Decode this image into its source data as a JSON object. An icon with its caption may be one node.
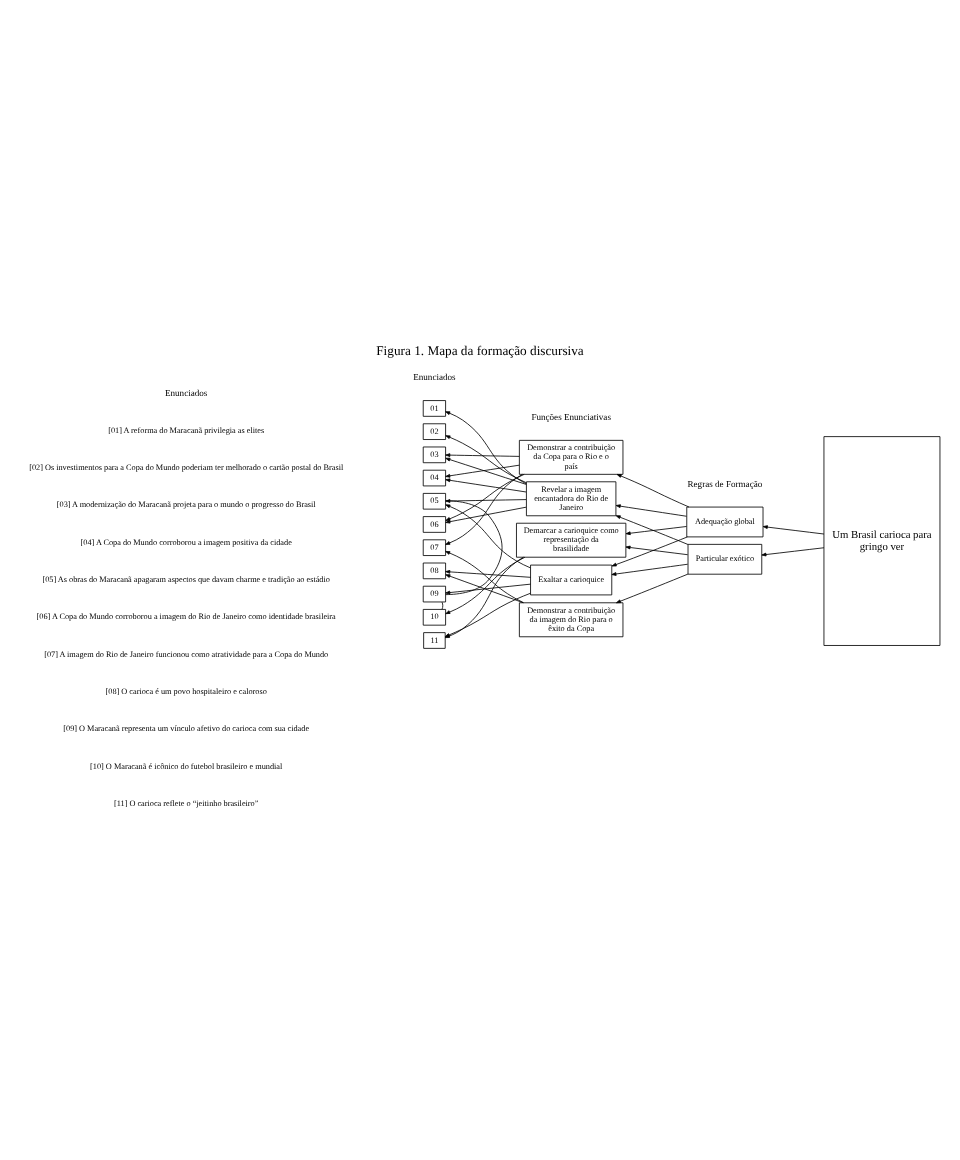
{
  "diagram": {
    "title": "Figura 1. Mapa da formação discursiva",
    "nodes": [
      {
        "text": [
          "01"
        ]
      },
      {
        "text": [
          "02"
        ]
      },
      {
        "text": [
          "03"
        ]
      },
      {
        "text": [
          "04"
        ]
      },
      {
        "text": [
          "05"
        ]
      },
      {
        "text": [
          "06"
        ]
      },
      {
        "text": [
          "07"
        ]
      },
      {
        "text": [
          "08"
        ]
      },
      {
        "text": [
          "09"
        ]
      },
      {
        "text": [
          "10"
        ]
      },
      {
        "text": [
          "11"
        ]
      },
      {
        "text": [
          "Demonstrar a contribuição da Copa para o Rio e o país"
        ]
      },
      {
        "text": [
          "Revelar a imagem encantadora do Rio de Janeiro"
        ]
      },
      {
        "text": [
          "Demarcar a carioquice como representação da brasilidade"
        ]
      },
      {
        "text": [
          "Exaltar a carioquice"
        ]
      },
      {
        "text": [
          "Demonstrar a contribuição da imagem do Rio para o êxito da Copa"
        ]
      },
      {
        "text": [
          "Adequação global"
        ]
      },
      {
        "text": [
          "Particular exótico"
        ]
      },
      {
        "text": [
          "Um Brasil carioca para gringo ver"
        ]
      }
    ],
    "edges": [
      {
        "from": 18,
        "to": 16,
        "arrow": "to"
      },
      {
        "from": 18,
        "to": 17,
        "arrow": "to"
      },
      {
        "from": 16,
        "to": 11,
        "arrow": "to"
      },
      {
        "from": 16,
        "to": 12,
        "arrow": "to"
      },
      {
        "from": 16,
        "to": 13,
        "arrow": "to"
      },
      {
        "from": 16,
        "to": 14,
        "arrow": "to"
      },
      {
        "from": 17,
        "to": 12,
        "arrow": "to"
      },
      {
        "from": 17,
        "to": 13,
        "arrow": "to"
      },
      {
        "from": 17,
        "to": 14,
        "arrow": "to"
      },
      {
        "from": 17,
        "to": 15,
        "arrow": "to"
      },
      {
        "from": 11,
        "to": 2,
        "arrow": "to"
      },
      {
        "from": 11,
        "to": 3,
        "arrow": "to"
      },
      {
        "from": 11,
        "to": 5,
        "arrow": "to"
      },
      {
        "from": 11,
        "to": 6,
        "arrow": "to"
      },
      {
        "from": 12,
        "to": 0,
        "arrow": "to"
      },
      {
        "from": 12,
        "to": 1,
        "arrow": "to"
      },
      {
        "from": 12,
        "to": 2,
        "arrow": "to"
      },
      {
        "from": 12,
        "to": 3,
        "arrow": "to"
      },
      {
        "from": 12,
        "to": 4,
        "arrow": "to"
      },
      {
        "from": 12,
        "to": 5,
        "arrow": "to"
      },
      {
        "from": 13,
        "to": 9,
        "arrow": "to"
      },
      {
        "from": 13,
        "to": 10,
        "arrow": "to"
      },
      {
        "from": 14,
        "to": 4,
        "arrow": "to"
      },
      {
        "from": 14,
        "to": 7,
        "arrow": "to"
      },
      {
        "from": 14,
        "to": 8,
        "arrow": "to"
      },
      {
        "from": 14,
        "to": 10,
        "arrow": "to"
      },
      {
        "from": 15,
        "to": 6,
        "arrow": "to"
      },
      {
        "from": 15,
        "to": 7,
        "arrow": "to"
      },
      {
        "from": 4,
        "to": 8,
        "arrow": "none"
      },
      {
        "from": 8,
        "to": 9,
        "arrow": "none"
      }
    ],
    "labels": [
      "Enunciados",
      "Funções Enunciativas",
      "Regras de Formação",
      "Enunciados",
      "[01] A reforma do Maracanã privilegia as elites",
      "[02] Os investimentos para a Copa do Mundo poderiam ter melhorado o cartão postal do Brasil",
      "[03] A modernização do Maracanã projeta para o mundo o progresso do Brasil",
      "[04] A Copa do Mundo corroborou a imagem positiva da cidade",
      "[05] As obras do Maracanã apagaram aspectos que davam charme e tradição ao estádio",
      "[06] A Copa do Mundo corroborou a imagem do Rio de Janeiro como identidade brasileira",
      "[07] A imagem do Rio de Janeiro funcionou como atratividade para a Copa do Mundo",
      "[08] O carioca é um povo hospitaleiro e caloroso",
      "[09] O Maracanã representa um vínculo afetivo do carioca com sua cidade",
      "[10] O Maracanã é icônico do futebol brasileiro e mundial",
      "[11] O carioca reflete o “jeitinho brasileiro”"
    ]
  }
}
